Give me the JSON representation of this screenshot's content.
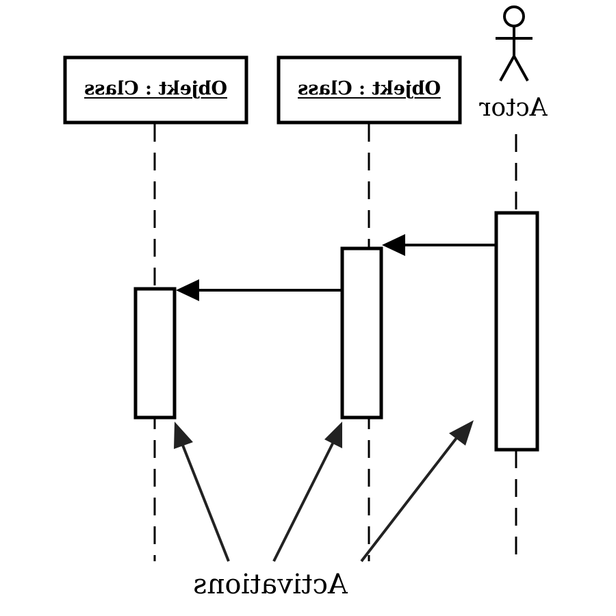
{
  "diagram": {
    "type": "sequence",
    "mirrored": true,
    "actor": {
      "label": "Actor"
    },
    "objects": [
      {
        "label": "Objekt : Class"
      },
      {
        "label": "Objekt : Class"
      }
    ],
    "messages": [
      {
        "from": "actor",
        "to": "object-2"
      },
      {
        "from": "object-2",
        "to": "object-1"
      }
    ],
    "annotation": {
      "label": "Activations",
      "points_to": [
        "object-1",
        "object-2",
        "actor"
      ]
    },
    "colors": {
      "line": "#000000",
      "annotation_arrow": "#222222",
      "background": "#ffffff"
    }
  }
}
